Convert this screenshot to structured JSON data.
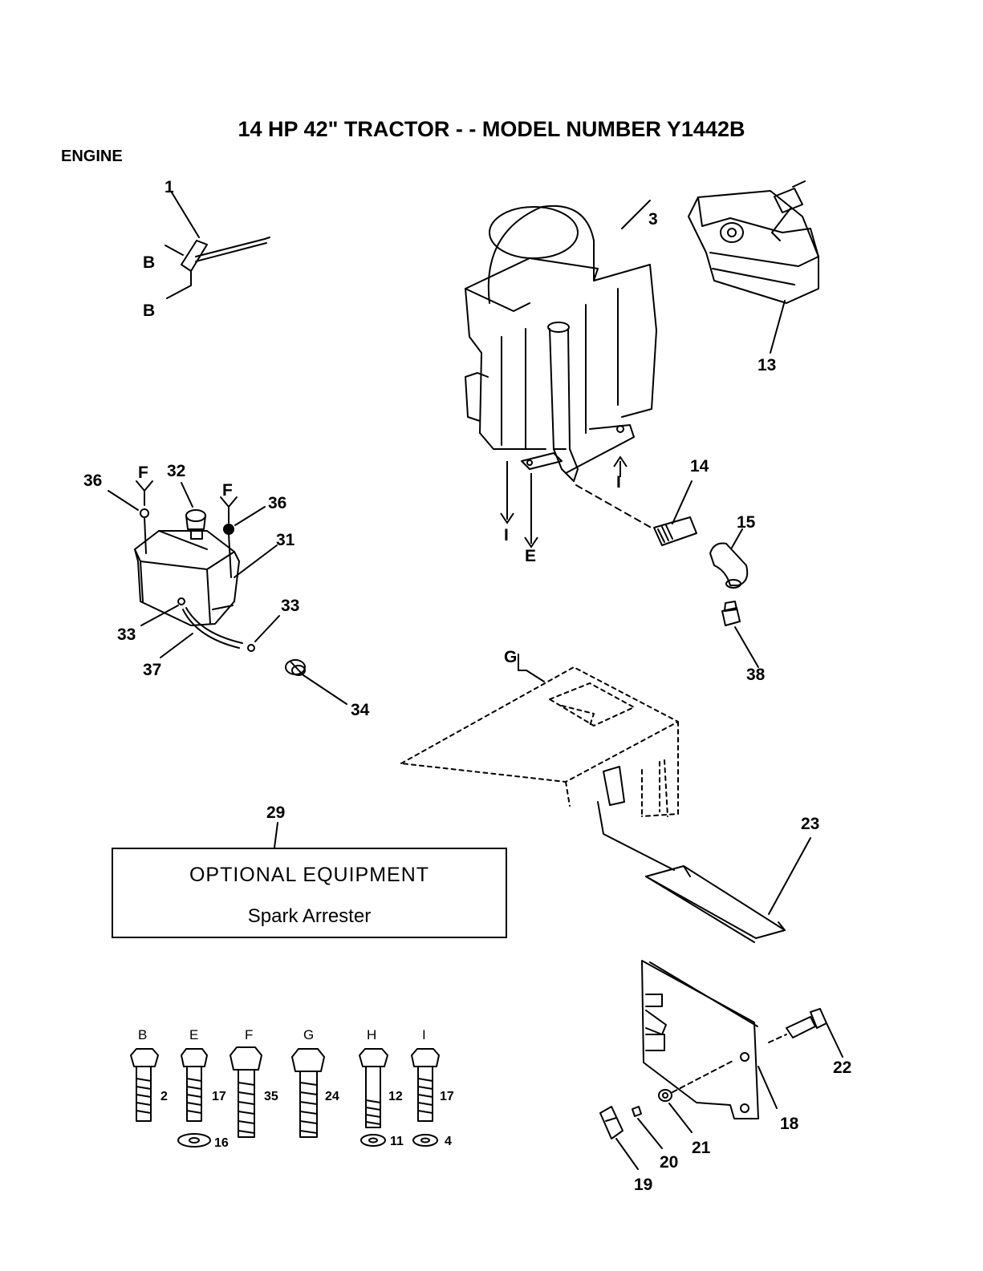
{
  "header": {
    "title": "14 HP 42\" TRACTOR - - MODEL NUMBER Y1442B",
    "section": "ENGINE"
  },
  "callouts": {
    "c1": "1",
    "c3": "3",
    "c13": "13",
    "c14": "14",
    "c15": "15",
    "c38": "38",
    "c36a": "36",
    "c32": "32",
    "c36b": "36",
    "c31": "31",
    "c33a": "33",
    "c33b": "33",
    "c37": "37",
    "c34": "34",
    "c29": "29",
    "c23": "23",
    "c22": "22",
    "c18": "18",
    "c21": "21",
    "c20": "20",
    "c19": "19"
  },
  "reference_letters": {
    "b_top": "B",
    "b_bottom": "B",
    "f_left": "F",
    "f_right": "F",
    "i_left": "I",
    "i_right": "I",
    "e": "E",
    "g": "G"
  },
  "optional_equipment": {
    "title": "OPTIONAL EQUIPMENT",
    "item": "Spark Arrester"
  },
  "hardware": [
    {
      "letter": "B",
      "part": "2",
      "washer": ""
    },
    {
      "letter": "E",
      "part": "17",
      "washer": "16"
    },
    {
      "letter": "F",
      "part": "35",
      "washer": ""
    },
    {
      "letter": "G",
      "part": "24",
      "washer": ""
    },
    {
      "letter": "H",
      "part": "12",
      "washer": "11"
    },
    {
      "letter": "I",
      "part": "17",
      "washer": "4"
    }
  ]
}
